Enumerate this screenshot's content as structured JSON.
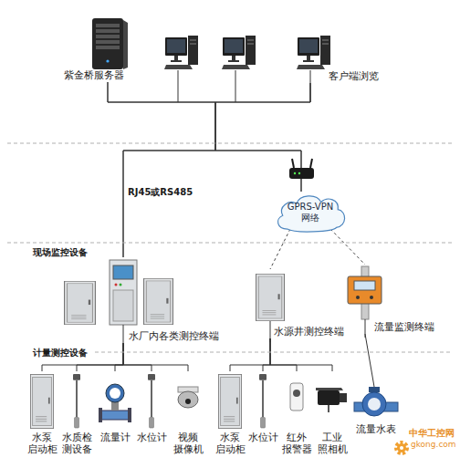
{
  "diagram": {
    "nodes": [
      {
        "text": [
          "紫金桥服务器"
        ]
      },
      {
        "text": [
          "客户端浏览"
        ]
      },
      {
        "text": [
          "GPRS-VPN 网络"
        ]
      },
      {
        "text": [
          "水厂内各类测控终端"
        ]
      },
      {
        "text": [
          "水源井测控终端"
        ]
      },
      {
        "text": [
          "流量监测终端"
        ]
      },
      {
        "text": [
          "水泵 启动柜"
        ]
      },
      {
        "text": [
          "水质检 测设备"
        ]
      },
      {
        "text": [
          "流量计"
        ]
      },
      {
        "text": [
          "水位计"
        ]
      },
      {
        "text": [
          "视频 摄像机"
        ]
      },
      {
        "text": [
          "水泵 启动柜"
        ]
      },
      {
        "text": [
          "水位计"
        ]
      },
      {
        "text": [
          "红外 报警器"
        ]
      },
      {
        "text": [
          "工业 照相机"
        ]
      },
      {
        "text": [
          "流量水表"
        ]
      }
    ],
    "edges": [
      {
        "from": 0,
        "to": 3,
        "arrow": "none"
      },
      {
        "from": 1,
        "to": 3,
        "arrow": "none"
      },
      {
        "from": 0,
        "to": 2,
        "arrow": "none"
      },
      {
        "from": 1,
        "to": 2,
        "arrow": "none"
      },
      {
        "from": 2,
        "to": 4,
        "arrow": "none"
      },
      {
        "from": 2,
        "to": 5,
        "arrow": "none"
      },
      {
        "from": 3,
        "to": 6,
        "arrow": "none"
      },
      {
        "from": 3,
        "to": 7,
        "arrow": "none"
      },
      {
        "from": 3,
        "to": 8,
        "arrow": "none"
      },
      {
        "from": 3,
        "to": 9,
        "arrow": "none"
      },
      {
        "from": 3,
        "to": 10,
        "arrow": "none"
      },
      {
        "from": 4,
        "to": 11,
        "arrow": "none"
      },
      {
        "from": 4,
        "to": 12,
        "arrow": "none"
      },
      {
        "from": 4,
        "to": 13,
        "arrow": "none"
      },
      {
        "from": 4,
        "to": 14,
        "arrow": "none"
      },
      {
        "from": 5,
        "to": 15,
        "arrow": "none"
      }
    ],
    "labels": [
      "RJ45或RS485",
      "现场监控设备",
      "计量测控设备",
      "中华工控网",
      "gkong.com"
    ]
  }
}
